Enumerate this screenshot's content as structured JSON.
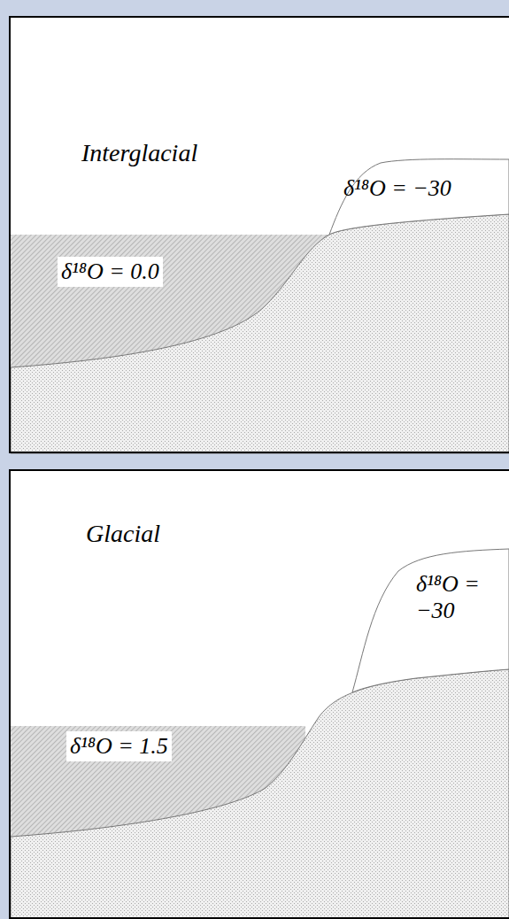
{
  "diagram": {
    "nodes": [
      {
        "text": [
          "Interglacial"
        ]
      },
      {
        "text": [
          "Glacial"
        ]
      }
    ],
    "labels": [
      "δ¹⁸O = 0.0",
      "δ¹⁸O = −30",
      "δ¹⁸O = 1.5",
      "δ¹⁸O = −30"
    ]
  }
}
